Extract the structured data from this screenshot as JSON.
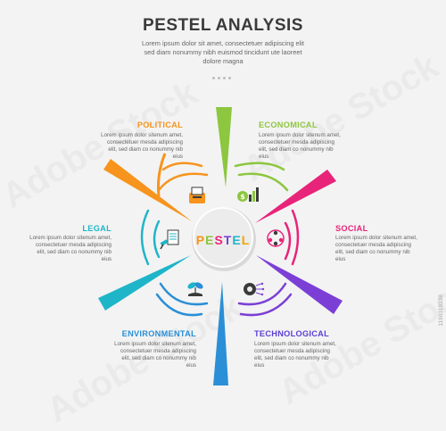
{
  "title": "PESTEL ANALYSIS",
  "subtitle": "Lorem ipsum dolor sit amet, consectetuer adipiscing elit sed diam nonummy nibh euismod tincidunt ute laoreet dolore magna",
  "center": {
    "letters": [
      "P",
      "E",
      "S",
      "T",
      "E",
      "L"
    ],
    "colors": [
      "#f7941d",
      "#8dc63f",
      "#e8247a",
      "#7b3fd6",
      "#1fb5c9",
      "#f0a400"
    ]
  },
  "segments": [
    {
      "name": "POLITICAL",
      "color": "#f7941d",
      "icon": "ballot-box-icon",
      "text": "Lorem ipsum dolor sitenum amet, consectetuer mesda adipiscing elit, sed diam co nonummy nib eius"
    },
    {
      "name": "ECONOMICAL",
      "color": "#8dc63f",
      "icon": "money-growth-icon",
      "text": "Lorem ipsum dolor sitenum amet, consectetuer mesda adipiscing elit, sed diam co nonummy nib eius"
    },
    {
      "name": "SOCIAL",
      "color": "#e8247a",
      "icon": "people-network-icon",
      "text": "Lorem ipsum dolor sitenum amet, consectetuer mesda adipiscing elit, sed diam co nonummy nib eius"
    },
    {
      "name": "LEGAL",
      "color": "#1fb5c9",
      "icon": "legal-document-gavel-icon",
      "text": "Lorem ipsum dolor sitenum amet, consectetuer mesda adipiscing elit, sed diam co nonummy nib eius"
    },
    {
      "name": "ENVIRONMENTAL",
      "color": "#2aa0d6",
      "icon": "plant-hand-icon",
      "text": "Lorem ipsum dolor sitenum amet, consectetuer mesda adipiscing elit, sed diam co nonummy nib eius"
    },
    {
      "name": "TECHNOLOGICAL",
      "color": "#5b3fd6",
      "icon": "gear-circuit-icon",
      "text": "Lorem ipsum dolor sitenum amet, consectetuer mesda adipiscing elit, sed diam co nonummy nib eius"
    }
  ],
  "stock_id": "1190319138"
}
